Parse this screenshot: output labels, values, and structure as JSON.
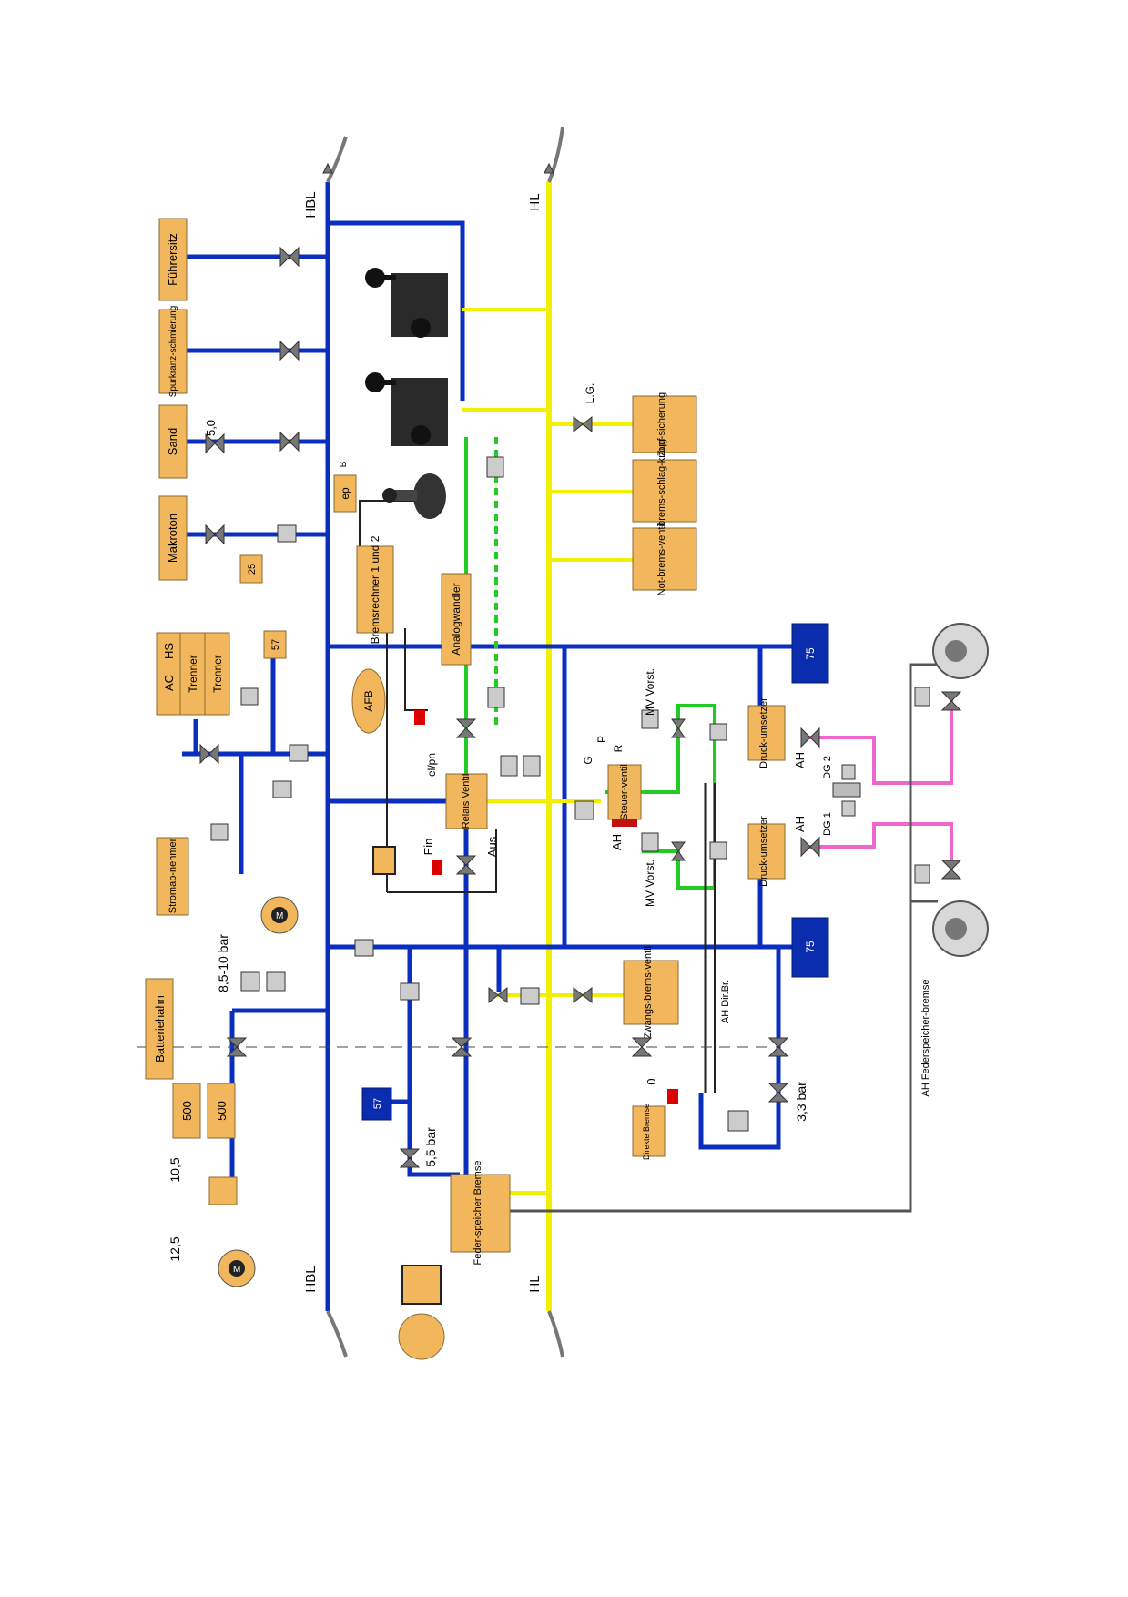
{
  "lines": {
    "hbl": "HBL",
    "hl": "HL"
  },
  "boxes": {
    "fuehrersitz": "Führersitz",
    "spurkranz": "Spurkranz-schmierung",
    "sand": "Sand",
    "makroton": "Makroton",
    "trenner_ac": "AC",
    "trenner_hs": "HS",
    "trenner1": "Trenner",
    "trenner2": "Trenner",
    "stromabnehmer": "Stromab-nehmer",
    "batteriehahn": "Batteriehahn",
    "r500a": "500",
    "r500b": "500",
    "r25": "25",
    "r57a": "57",
    "r57b": "57",
    "ep": "ep",
    "bremsrechner": "Bremsrechner 1 und 2",
    "analogwandler": "Analogwandler",
    "relaisventil": "Relais Ventil",
    "steuerventil": "Steuer-ventil",
    "zugsicherung": "Zug-sicherung",
    "notbremsschlagknopf": "Not-brems-schlag-knopf",
    "notbremsventil": "Not-brems-ventil",
    "zwangsbremsventil": "Zwangs-brems-ventil",
    "druckumsetzer1": "Druck-umsetzer",
    "druckumsetzer2": "Druck-umsetzer",
    "direkte_bremse": "Direkte Bremse",
    "federspeicher_bremse": "Feder-speicher Bremse",
    "r75a": "75",
    "r75b": "75",
    "afb": "AFB"
  },
  "labels": {
    "v50": "5,0",
    "v105": "10,5",
    "v125": "12,5",
    "v8510": "8,5-10 bar",
    "v55": "5,5 bar",
    "v33": "3,3 bar",
    "zero": "0",
    "lg": "L.G.",
    "ah1": "AH",
    "ah2": "AH",
    "ah3": "AH",
    "ah_dirbr": "AH Dir.Br.",
    "ah_feder": "AH Federspeicher-bremse",
    "dg1": "DG 1",
    "dg2": "DG 2",
    "mv1": "MV Vorst.",
    "mv2": "MV Vorst.",
    "g": "G",
    "p": "P",
    "r": "R",
    "ein": "Ein",
    "aus": "Aus",
    "elpn": "el/pn",
    "b": "B",
    "m1": "M",
    "m2": "M"
  }
}
